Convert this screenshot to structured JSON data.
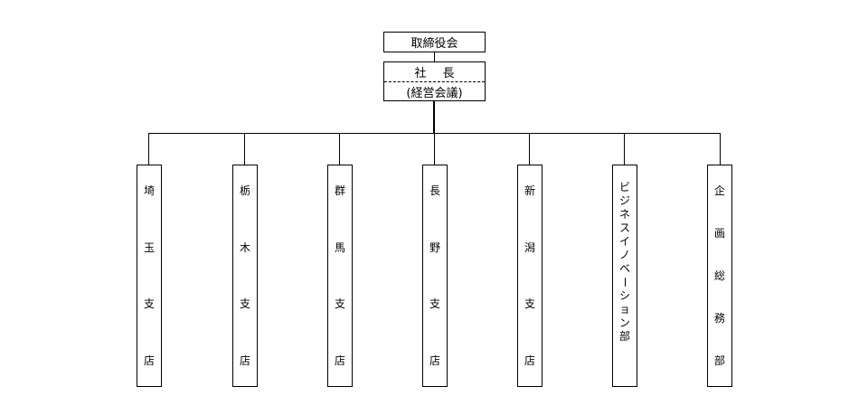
{
  "board": {
    "label": "取締役会"
  },
  "president": {
    "chars": [
      "社",
      "長"
    ],
    "sub_label": "(経営会議)"
  },
  "units": [
    {
      "id": "saitama",
      "chars": [
        "埼",
        "玉",
        "支",
        "店"
      ]
    },
    {
      "id": "tochigi",
      "chars": [
        "栃",
        "木",
        "支",
        "店"
      ]
    },
    {
      "id": "gunma",
      "chars": [
        "群",
        "馬",
        "支",
        "店"
      ]
    },
    {
      "id": "nagano",
      "chars": [
        "長",
        "野",
        "支",
        "店"
      ]
    },
    {
      "id": "niigata",
      "chars": [
        "新",
        "潟",
        "支",
        "店"
      ]
    },
    {
      "id": "business-innovation",
      "chars": [
        "ビ",
        "ジ",
        "ネ",
        "ス",
        "イ",
        "ノ",
        "ベ",
        "ー",
        "シ",
        "ョ",
        "ン",
        "部"
      ]
    },
    {
      "id": "planning",
      "chars": [
        "企",
        "画",
        "総",
        "務",
        "部"
      ]
    }
  ]
}
